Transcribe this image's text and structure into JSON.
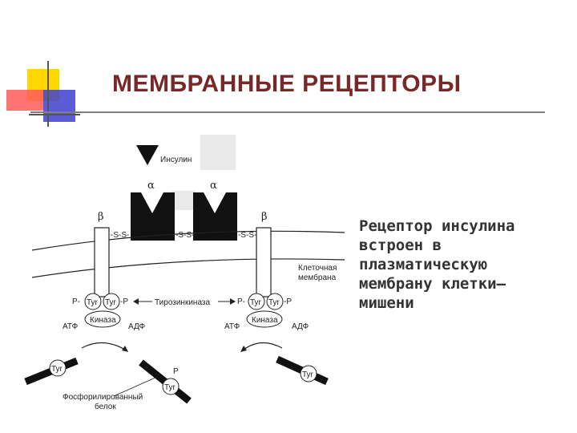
{
  "slide": {
    "title": "МЕМБРАННЫЕ РЕЦЕПТОРЫ",
    "description_lines": [
      "Рецептор инсулина",
      "встроен в",
      "плазматическую",
      "мембрану клетки–",
      "мишени"
    ]
  },
  "diagram": {
    "insulin_label": "Инсулин",
    "alpha": "α",
    "beta": "β",
    "ss": "-S-S-",
    "ss_left": "-S-S-",
    "ss_mid": "-S-S-",
    "ss_right": "-S-S-",
    "membrane_label_1": "Клеточная",
    "membrane_label_2": "мембрана",
    "tyr": "Tyr",
    "p": "P",
    "p_dash": "P-",
    "dash_p": "-P",
    "tyrosine_kinase": "Тирозинкиназа",
    "kinase": "Киназа",
    "atp": "АТФ",
    "adp": "АДФ",
    "phospho_1": "Фосфорилированный",
    "phospho_2": "белок"
  },
  "colors": {
    "title": "#7a2727",
    "accent_yellow": "#ffd700",
    "accent_red": "#ff5050",
    "accent_blue": "#3b3bd6"
  }
}
